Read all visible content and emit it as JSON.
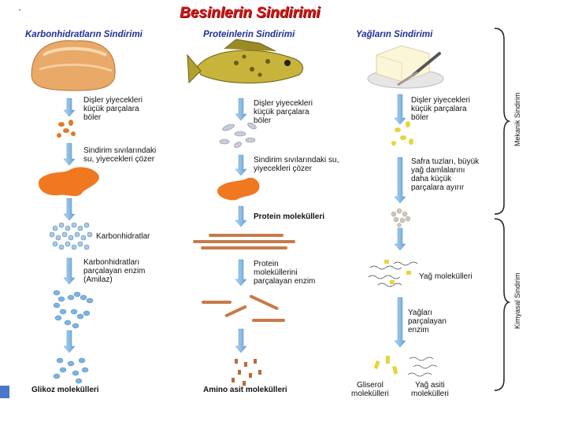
{
  "header": {
    "title": "Besinlerin Sindirimi",
    "mark": "'"
  },
  "columns": [
    {
      "heading": "Karbonhidratların Sindirimi",
      "step1": "Dişler yiyecekleri\nküçük parçalara\nböler",
      "step2": "Sindirim sıvılarındaki\nsu, yiyecekleri çözer",
      "molecules": "Karbonhidratlar",
      "enzyme": "Karbonhidratları\nparçalayan enzim\n(Amilaz)",
      "result": "Glikoz molekülleri"
    },
    {
      "heading": "Proteinlerin Sindirimi",
      "step1": "Dişler yiyecekleri\nküçük parçalara\nböler",
      "step2": "Sindirim sıvılarındaki su,\nyiyecekleri çözer",
      "molecules": "Protein molekülleri",
      "enzyme": "Protein\nmoleküllerini\nparçalayan enzim",
      "result": "Amino asit molekülleri"
    },
    {
      "heading": "Yağların Sindirimi",
      "step1": "Dişler yiyecekleri\nküçük parçalara\nböler",
      "step2": "Safra tuzları, büyük\nyağ damlalarını\ndaha küçük\nparçalara ayırır",
      "molecules": "Yağ molekülleri",
      "enzyme": "Yağları\nparçalayan\nenzim",
      "result_a": "Gliserol\nmolekülleri",
      "result_b": "Yağ asiti\nmolekülleri"
    }
  ],
  "side_labels": {
    "mechanical": "Mekanik Sindirim",
    "chemical": "Kimyasal Sindirim"
  },
  "colors": {
    "title": "#d41616",
    "heading": "#1e2f95",
    "arrow": "#7fb2e0",
    "orange": "#f07820",
    "glucose": "#6aa8d8",
    "amino": "#b86a3a",
    "fat": "#e8d43a"
  },
  "icons": [
    "bread-icon",
    "fish-icon",
    "butter-icon"
  ]
}
